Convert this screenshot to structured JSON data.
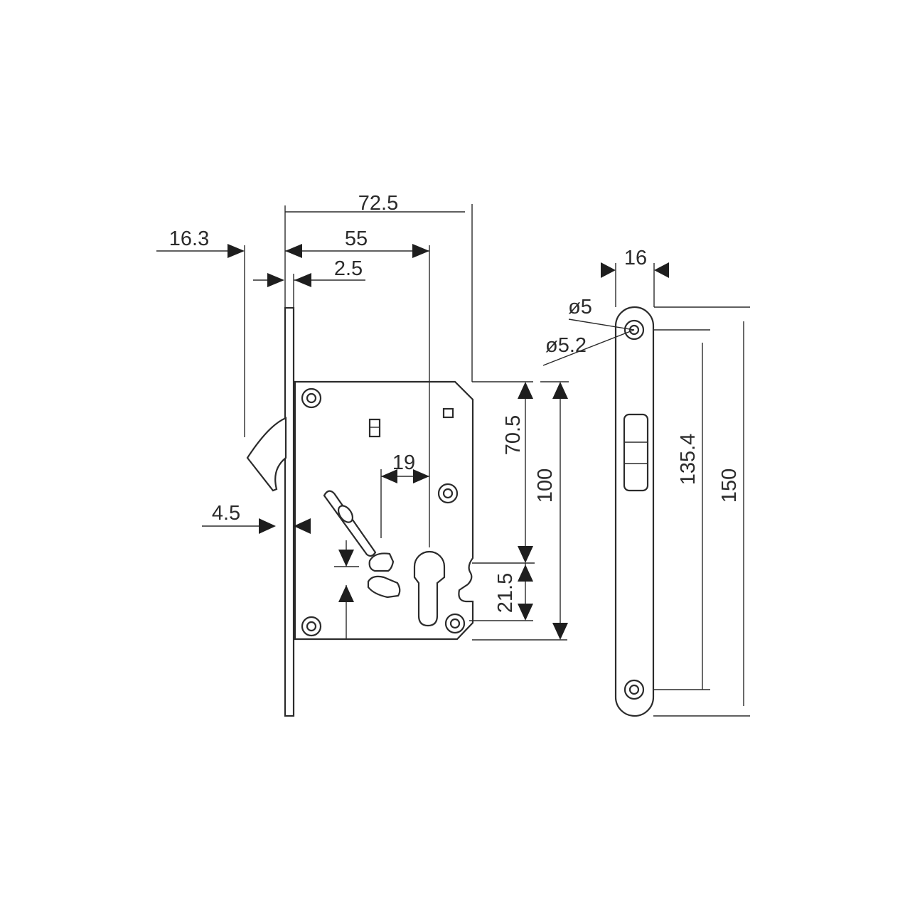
{
  "dimensions": {
    "overall_width": "72.5",
    "backset": "55",
    "faceplate_thickness": "2.5",
    "latch_hook_projection": "16.3",
    "faceplate_offset": "4.5",
    "spindle_to_edge": "19",
    "cylinder_to_top": "70.5",
    "body_height": "100",
    "cylinder_spacing": "21.5",
    "strike_width": "16",
    "screw_hole_a": "ø5",
    "screw_hole_b": "ø5.2",
    "strike_hole_spacing": "135.4",
    "strike_height": "150"
  },
  "colors": {
    "line": "#2b2b2b",
    "background": "#ffffff"
  }
}
